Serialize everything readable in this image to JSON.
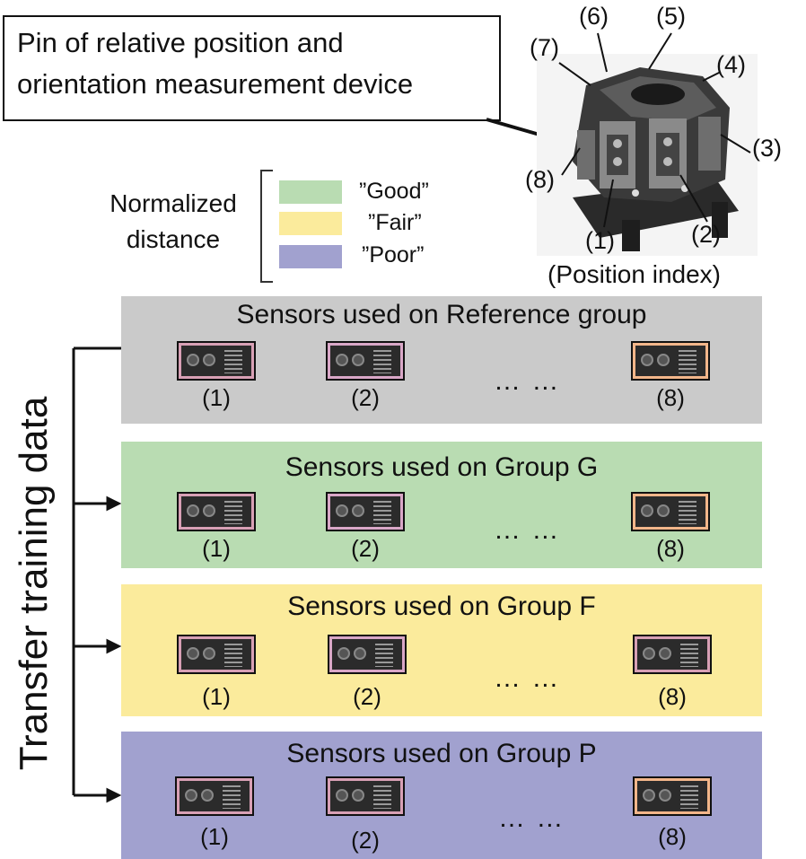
{
  "callout": {
    "line1": "Pin of relative position and",
    "line2": "orientation measurement device"
  },
  "device": {
    "positions": [
      "(1)",
      "(2)",
      "(3)",
      "(4)",
      "(5)",
      "(6)",
      "(7)",
      "(8)"
    ],
    "caption": "(Position index)"
  },
  "legend": {
    "title_line1": "Normalized",
    "title_line2": "distance",
    "items": [
      {
        "label": "”Good”",
        "color": "#b9dcb2"
      },
      {
        "label": "”Fair”",
        "color": "#fbeb9c"
      },
      {
        "label": "”Poor”",
        "color": "#a1a1cf"
      }
    ]
  },
  "transfer_label": "Transfer training data",
  "groups": [
    {
      "title": "Sensors used on Reference group",
      "color": "#cacaca",
      "sensors": [
        {
          "label": "(1)"
        },
        {
          "label": "(2)"
        },
        {
          "label": "(8)"
        }
      ],
      "ellipsis": "… …"
    },
    {
      "title": "Sensors used on Group G",
      "color": "#b9dcb2",
      "sensors": [
        {
          "label": "(1)"
        },
        {
          "label": "(2)"
        },
        {
          "label": "(8)"
        }
      ],
      "ellipsis": "… …"
    },
    {
      "title": "Sensors used on Group F",
      "color": "#fbeb9c",
      "sensors": [
        {
          "label": "(1)"
        },
        {
          "label": "(2)"
        },
        {
          "label": "(8)"
        }
      ],
      "ellipsis": "… …"
    },
    {
      "title": "Sensors used on Group P",
      "color": "#a1a1cf",
      "sensors": [
        {
          "label": "(1)"
        },
        {
          "label": "(2)"
        },
        {
          "label": "(8)"
        }
      ],
      "ellipsis": "… …"
    }
  ]
}
